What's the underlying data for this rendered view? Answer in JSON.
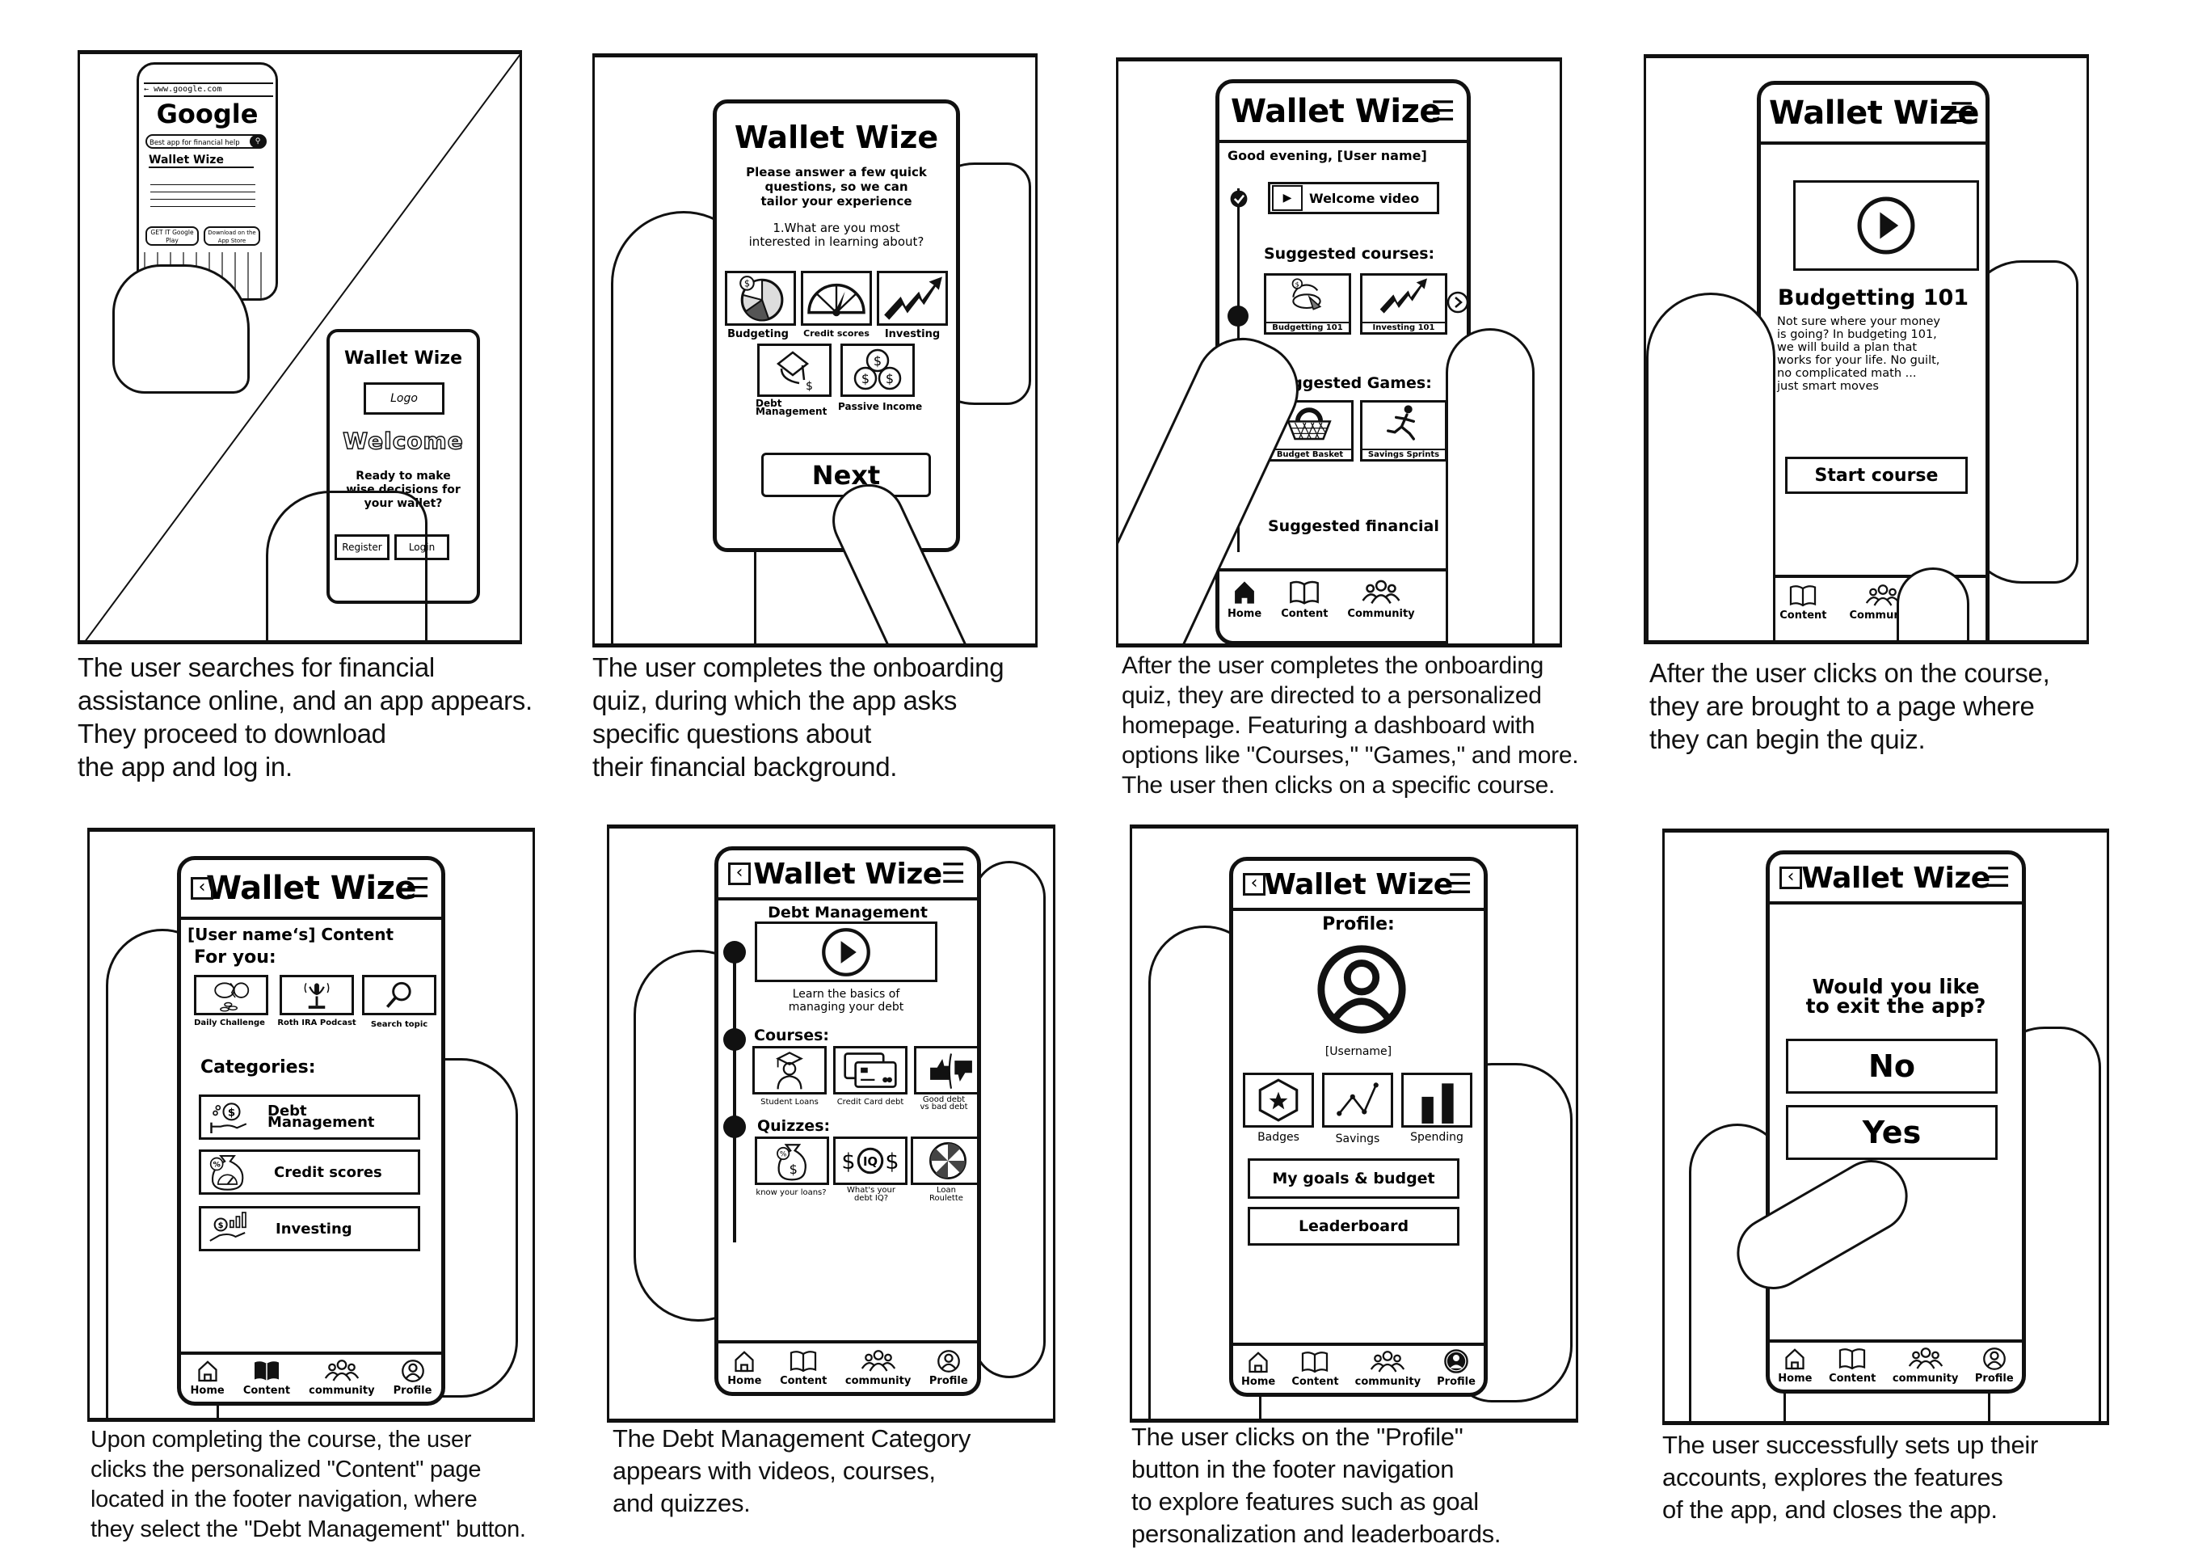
{
  "app_name": "Wallet Wize",
  "panels": [
    {
      "id": 1,
      "caption": [
        "The user searches for financial",
        "assistance online, and an app appears.",
        "They proceed to download",
        "the app and log in."
      ],
      "browser": {
        "url": "www.google.com",
        "search_engine": "Google",
        "search_query": "Best app for financial help",
        "result_title": "Wallet Wize",
        "store_buttons": [
          "GET IT Google Play",
          "Download on the App Store"
        ]
      },
      "welcome_screen": {
        "title": "Wallet Wize",
        "logo_placeholder": "Logo",
        "heading": "Welcome",
        "prompt": [
          "Ready to make",
          "wise decisions for",
          "your wallet?"
        ],
        "buttons": [
          "Register",
          "Login"
        ]
      }
    },
    {
      "id": 2,
      "caption": [
        "The user completes the onboarding",
        "quiz, during which the app asks",
        "specific questions about",
        "their financial background."
      ],
      "title": "Wallet Wize",
      "intro": [
        "Please answer a few quick",
        "questions, so we can",
        "tailor your experience"
      ],
      "question": [
        "1.What are you most",
        "interested in learning about?"
      ],
      "options": [
        {
          "label": "Budgeting",
          "icon": "pie-chart-icon"
        },
        {
          "label": "Credit scores",
          "icon": "gauge-icon"
        },
        {
          "label": "Investing",
          "icon": "trend-up-arrow-icon"
        },
        {
          "label": "Debt Management",
          "icon": "graduation-cap-dollar-icon"
        },
        {
          "label": "Passive Income",
          "icon": "coins-icon"
        }
      ],
      "next_button": "Next"
    },
    {
      "id": 3,
      "caption": [
        "After the user completes the onboarding",
        "quiz, they are directed to a personalized",
        "homepage. Featuring a dashboard with",
        "options like \"Courses,\" \"Games,\" and more.",
        "The user then clicks on a specific course."
      ],
      "title": "Wallet Wize",
      "greeting": "Good evening, [User name]",
      "welcome_video": "Welcome video",
      "suggested_courses_heading": "Suggested courses:",
      "courses": [
        "Budgetting 101",
        "Investing 101"
      ],
      "suggested_games_heading": "Suggested Games:",
      "games": [
        "Budget Basket",
        "Savings Sprints"
      ],
      "suggested_financial_heading": "Suggested financial",
      "footer": [
        "Home",
        "Content",
        "Community"
      ]
    },
    {
      "id": 4,
      "caption": [
        "After the user clicks on the course,",
        "they are brought to a page where",
        "they can begin the quiz."
      ],
      "title": "Wallet Wize",
      "course_title": "Budgetting 101",
      "description": [
        "Not sure where your money",
        "is going? In budgeting 101,",
        "we will build a plan that",
        "works for your life. No guilt,",
        "no complicated math ...",
        "just smart moves"
      ],
      "start_button": "Start course",
      "footer": [
        "Content",
        "Community"
      ]
    },
    {
      "id": 5,
      "caption": [
        "Upon completing the course, the user",
        "clicks the personalized \"Content\" page",
        "located in the footer navigation, where",
        "they select the \"Debt Management\" button."
      ],
      "title": "Wallet Wize",
      "page_heading": "[User name‘s] Content",
      "for_you_heading": "For you:",
      "for_you": [
        "Daily Challenge",
        "Roth IRA Podcast",
        "Search topic"
      ],
      "categories_heading": "Categories:",
      "categories": [
        "Debt Management",
        "Credit scores",
        "Investing"
      ],
      "footer": [
        "Home",
        "Content",
        "community",
        "Profile"
      ]
    },
    {
      "id": 6,
      "caption": [
        "The Debt Management Category",
        "appears with videos, courses,",
        "and quizzes."
      ],
      "title": "Wallet Wize",
      "page_heading": "Debt Management",
      "video_caption": [
        "Learn the basics of",
        "managing your debt"
      ],
      "courses_heading": "Courses:",
      "courses": [
        "Student Loans",
        "Credit Card debt",
        "Good debt vs bad debt"
      ],
      "quizzes_heading": "Quizzes:",
      "quizzes": [
        "know your loans?",
        "What's your debt IQ?",
        "Loan Roulette"
      ],
      "footer": [
        "Home",
        "Content",
        "community",
        "Profile"
      ]
    },
    {
      "id": 7,
      "caption": [
        "The user clicks on the \"Profile\"",
        "button in the footer navigation",
        "to explore features such as goal",
        "personalization and leaderboards."
      ],
      "title": "Wallet Wize",
      "page_heading": "Profile:",
      "username": "[Username]",
      "stats": [
        "Badges",
        "Savings",
        "Spending"
      ],
      "buttons": [
        "My goals & budget",
        "Leaderboard"
      ],
      "footer": [
        "Home",
        "Content",
        "community",
        "Profile"
      ],
      "active_tab": "Profile"
    },
    {
      "id": 8,
      "caption": [
        "The user successfully sets up their",
        "accounts, explores the features",
        "of the app, and closes the app."
      ],
      "title": "Wallet Wize",
      "question": [
        "Would you like",
        "to exit the app?"
      ],
      "buttons": [
        "No",
        "Yes"
      ],
      "footer": [
        "Home",
        "Content",
        "community",
        "Profile"
      ]
    }
  ]
}
